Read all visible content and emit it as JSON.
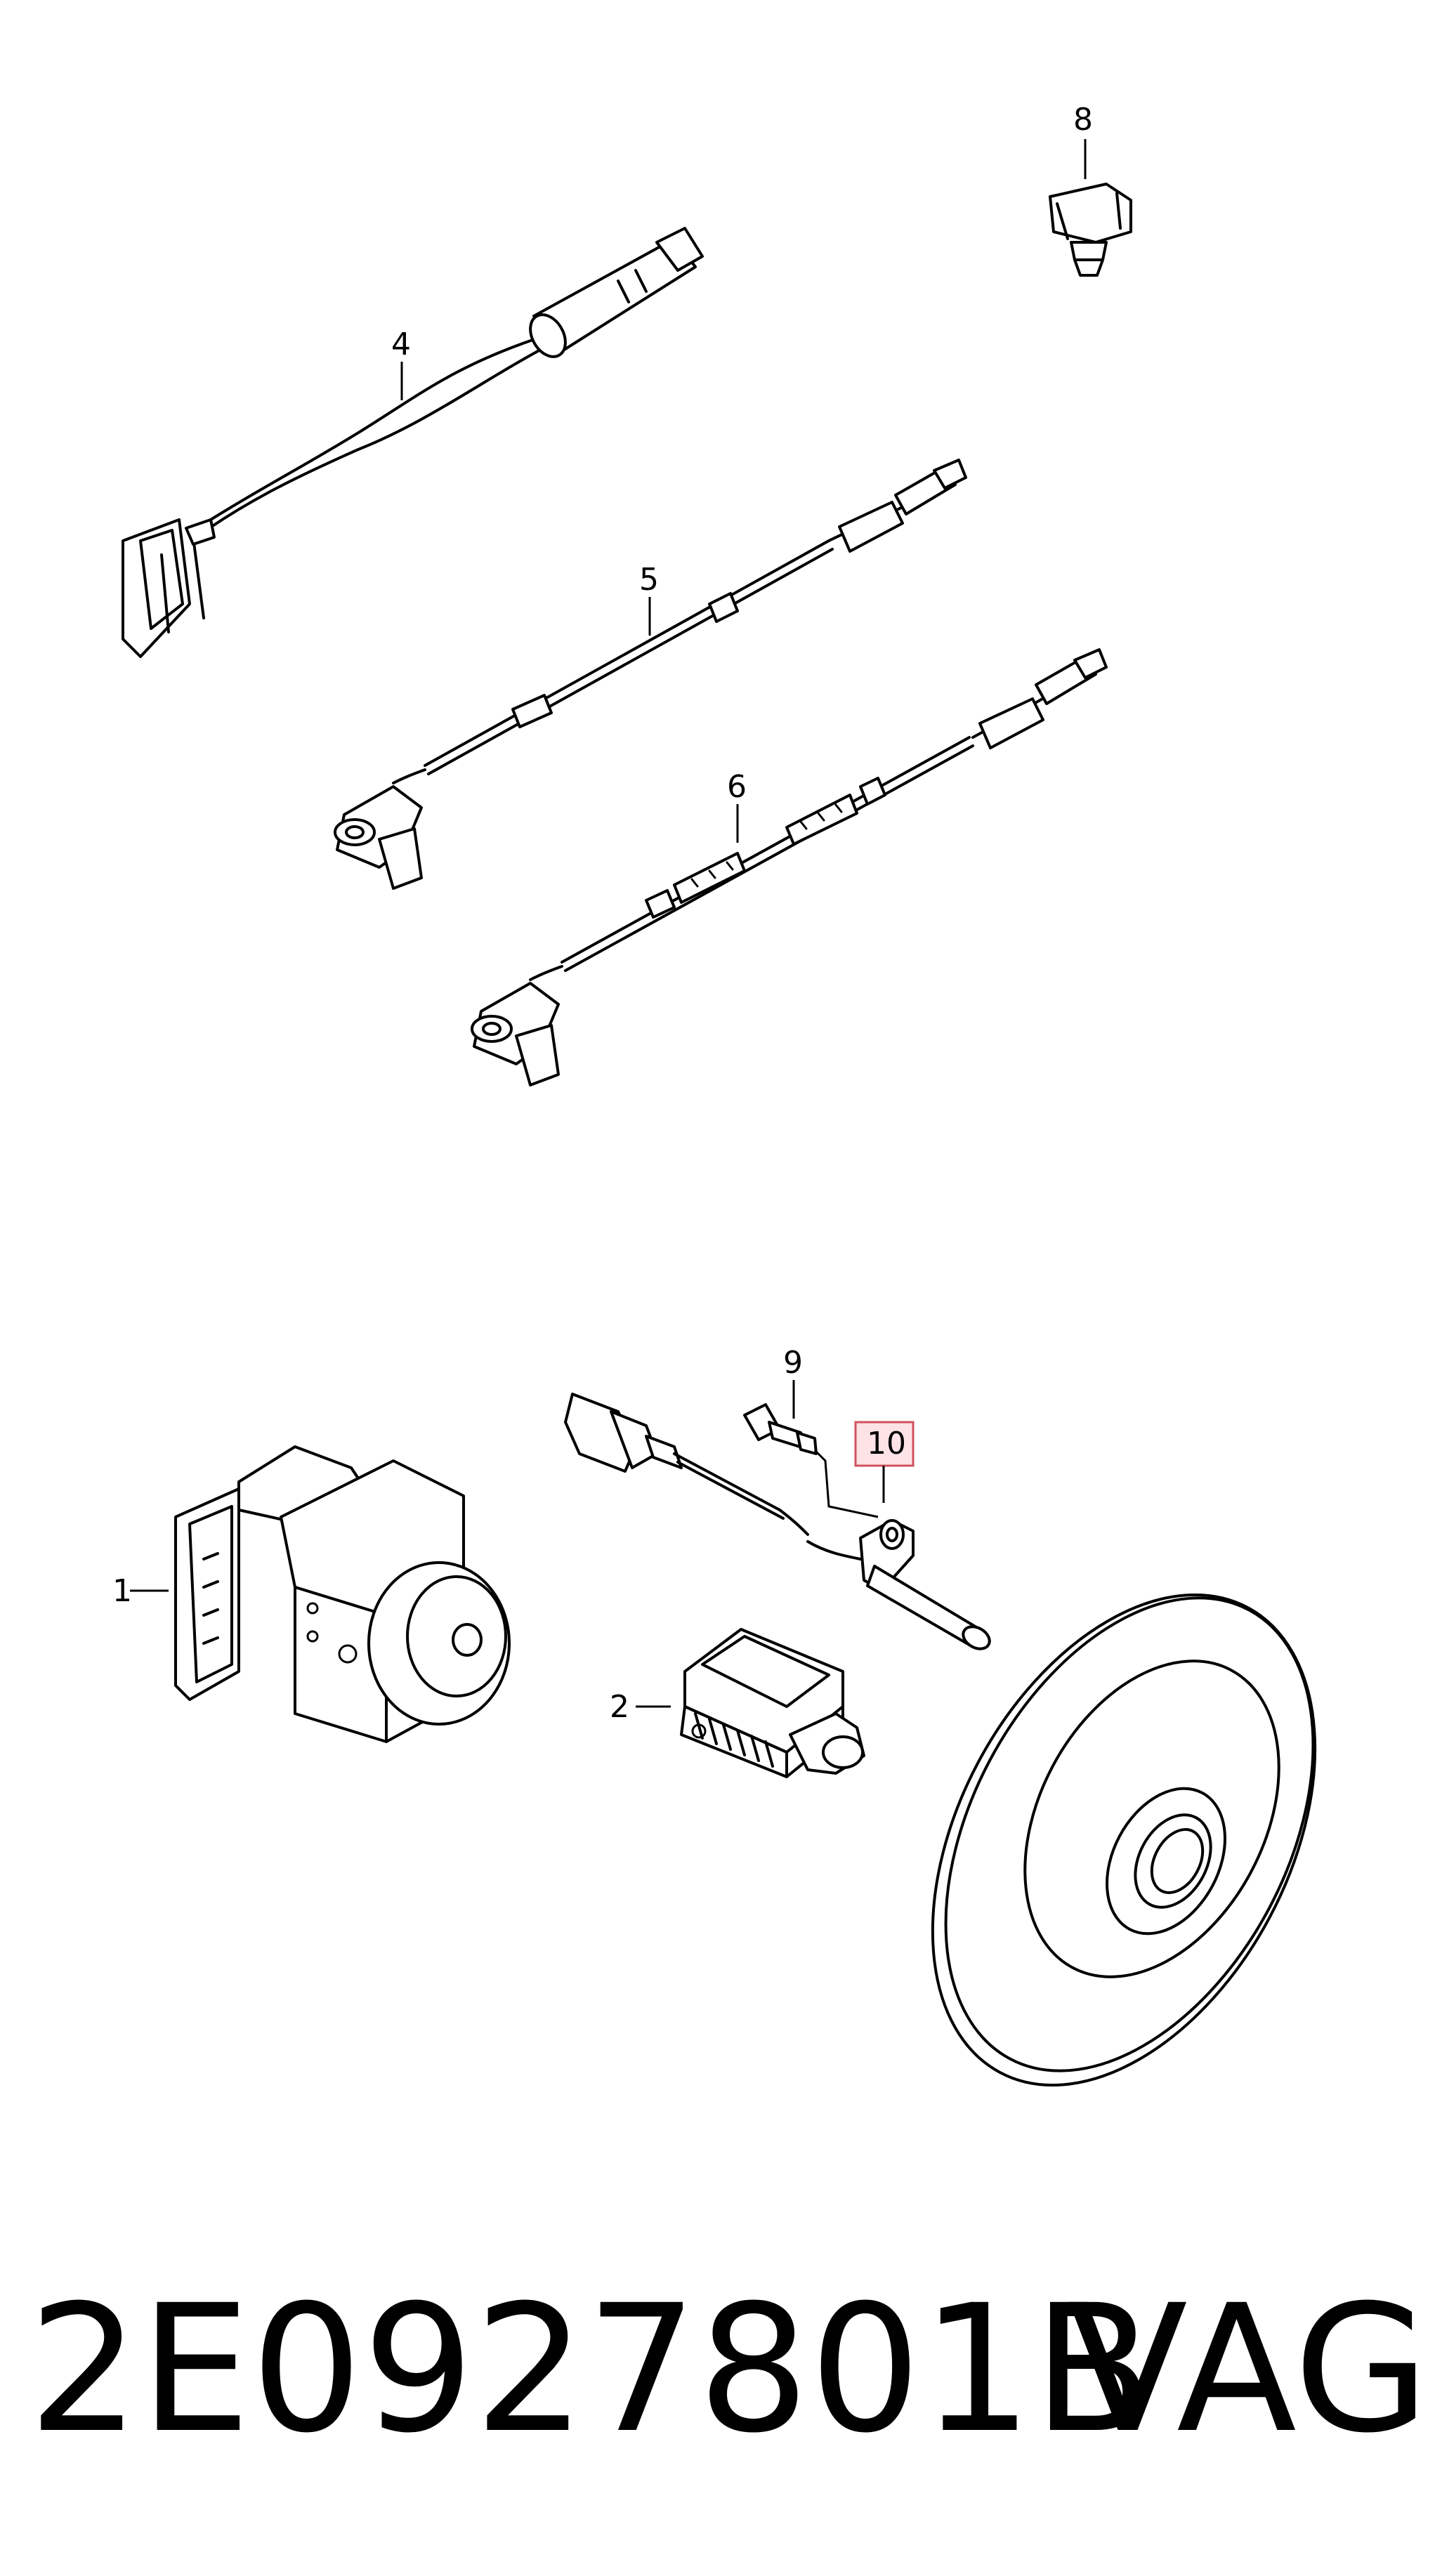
{
  "callouts": {
    "c1": "1",
    "c2": "2",
    "c4": "4",
    "c5": "5",
    "c6": "6",
    "c8": "8",
    "c9": "9",
    "c10": "10"
  },
  "highlight": {
    "callout": "10",
    "color": "#d2505f",
    "fill": "#fde3e6"
  },
  "footer": {
    "part_number": "2E0927801B",
    "brand": "VAG"
  }
}
